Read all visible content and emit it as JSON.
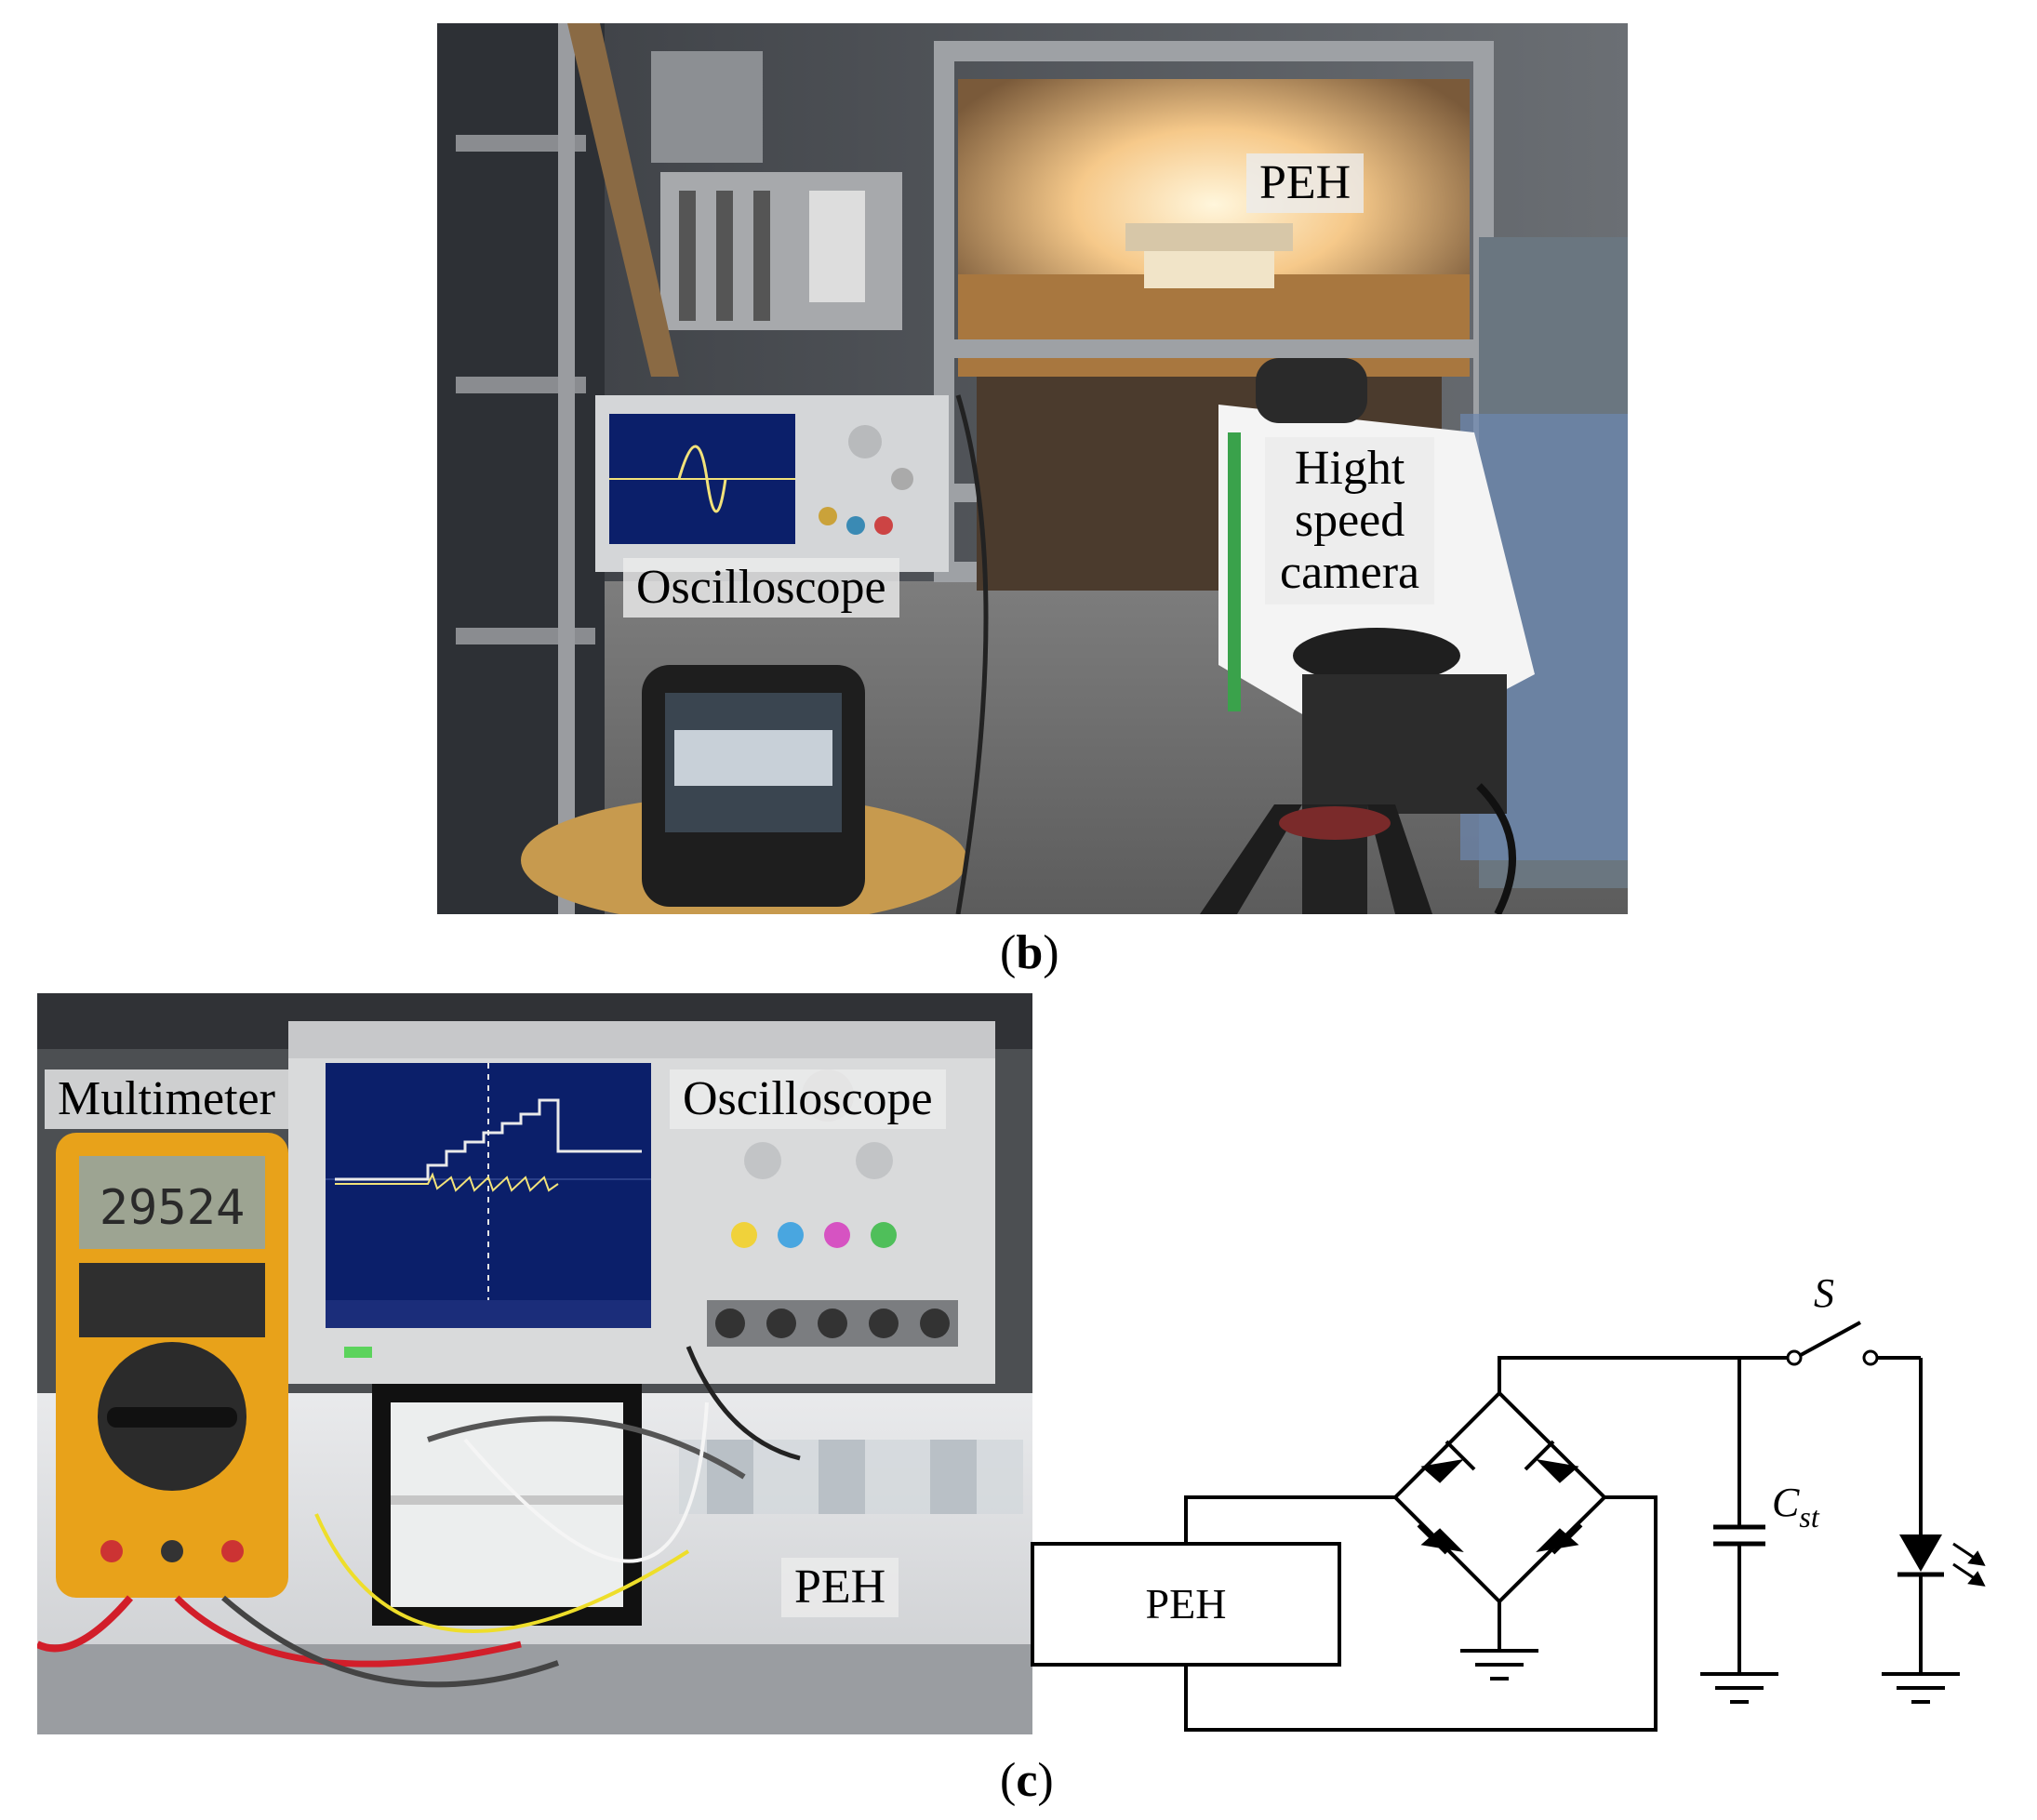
{
  "panel_b": {
    "labels": {
      "peh": "PEH",
      "high_speed_camera": [
        "Hight",
        "speed",
        "camera"
      ],
      "oscilloscope": "Oscilloscope"
    },
    "caption_letter": "b"
  },
  "panel_c": {
    "labels": {
      "multimeter": "Multimeter",
      "oscilloscope": "Oscilloscope",
      "peh": "PEH"
    },
    "multimeter_reading": "29524",
    "caption_letter": "c"
  },
  "circuit": {
    "source_label": "PEH",
    "capacitor_label": "C",
    "capacitor_subscript": "st",
    "switch_label": "S"
  },
  "colors": {
    "circuit_line": "#000000",
    "scope_screen": "#0b1f6a",
    "scope_trace": "#f2e27a",
    "multimeter_body": "#e8a21a"
  }
}
